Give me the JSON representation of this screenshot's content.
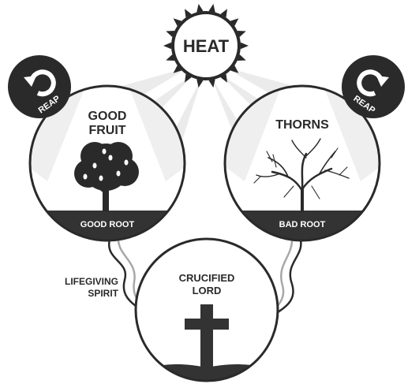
{
  "heat": {
    "label": "HEAT"
  },
  "reap_left": {
    "label": "REAP"
  },
  "reap_right": {
    "label": "REAP"
  },
  "good_circle": {
    "title_line1": "GOOD",
    "title_line2": "FRUIT",
    "root_label": "GOOD ROOT"
  },
  "thorns_circle": {
    "title": "THORNS",
    "root_label": "BAD ROOT"
  },
  "cross_circle": {
    "title_line1": "CRUCIFIED",
    "title_line2": "LORD"
  },
  "side_label": {
    "line1": "LIFEGIVING",
    "line2": "SPIRIT"
  },
  "colors": {
    "ink": "#2a2a2a",
    "ground": "#333333",
    "ray": "#e9e9e9",
    "background": "#ffffff"
  }
}
